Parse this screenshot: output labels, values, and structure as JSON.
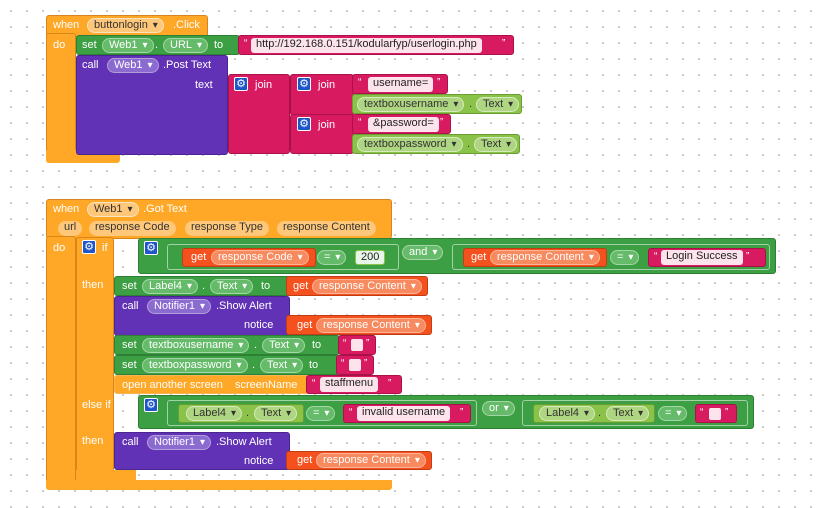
{
  "event1": {
    "when": "when",
    "component": "buttonlogin",
    "event": ".Click",
    "do": "do",
    "set": "set",
    "web_component": "Web1",
    "url_prop": "URL",
    "to": "to",
    "url_value": "http://192.168.0.151/kodularfyp/userlogin.php",
    "call": "call",
    "method": ".Post Text",
    "text_param": "text",
    "join": "join",
    "str_username": "username=",
    "textbox_username": "textboxusername",
    "str_password": "&password=",
    "textbox_password": "textboxpassword",
    "text_prop": "Text",
    "dot": "."
  },
  "event2": {
    "when": "when",
    "component": "Web1",
    "event": ".Got Text",
    "params": [
      "url",
      "response Code",
      "response Type",
      "response Content"
    ],
    "do": "do",
    "if": "if",
    "then": "then",
    "else_if": "else if",
    "get": "get",
    "response_code": "response Code",
    "eq": "=",
    "code_value": "200",
    "and": "and",
    "response_content": "response Content",
    "login_success": "Login Success",
    "set": "set",
    "label": "Label4",
    "text_prop": "Text",
    "to": "to",
    "call": "call",
    "notifier": "Notifier1",
    "show_alert": ".Show Alert",
    "notice": "notice",
    "textbox_username": "textboxusername",
    "textbox_password": "textboxpassword",
    "open_screen": "open another screen",
    "screen_name": "screenName",
    "screen_value": "staffmenu",
    "invalid_username": "invalid username",
    "or": "or",
    "dot": "."
  },
  "colors": {
    "control_orange": "#ffa726",
    "component_green": "#3c9f44",
    "getter_light_green": "#8bc34a",
    "method_purple": "#6132b5",
    "text_pink": "#d81b60",
    "variable_orange": "#f4511e",
    "mutator_blue": "#1e56c9"
  }
}
